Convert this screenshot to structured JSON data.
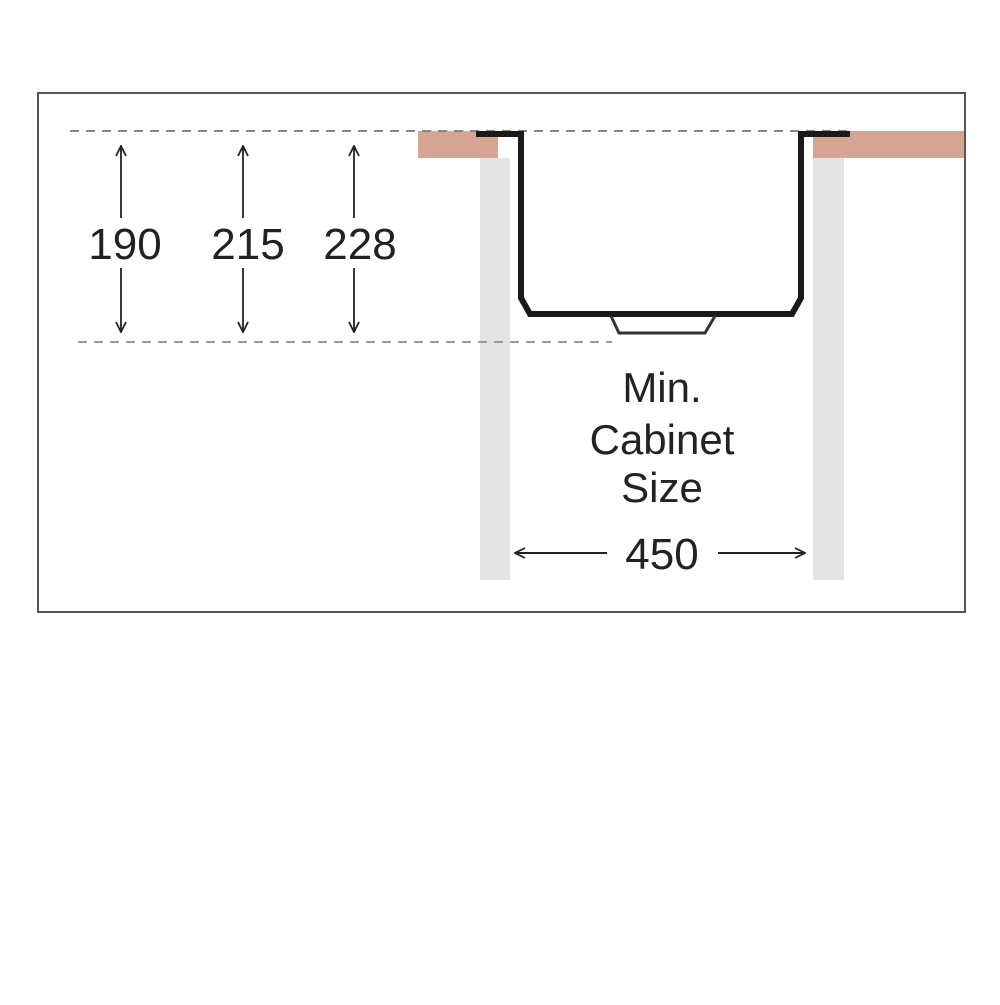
{
  "diagram": {
    "depth_labels": [
      "190",
      "215",
      "228"
    ],
    "cabinet_label": {
      "line1": "Min.",
      "line2": "Cabinet",
      "line3": "Size"
    },
    "width_label": "450"
  },
  "colors": {
    "frame": "#555555",
    "countertop": "#d4a595",
    "cabinet_side": "#e3e3e3",
    "sink_outline": "#1a1a1a",
    "dashed": "#888888",
    "text": "#222222",
    "background": "#ffffff"
  }
}
